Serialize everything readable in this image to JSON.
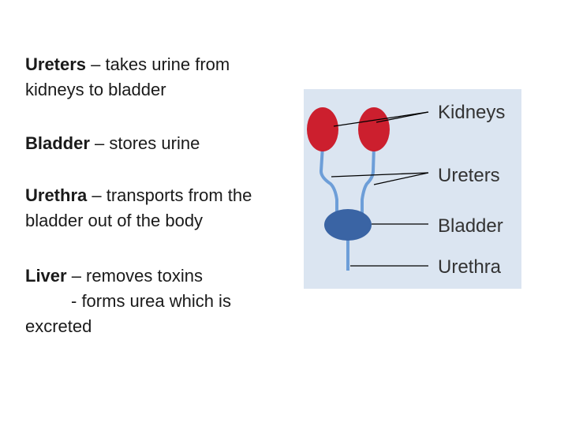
{
  "notes": [
    {
      "term": "Ureters",
      "text": " – takes urine from kidneys to bladder"
    },
    {
      "term": "Bladder",
      "text": " – stores urine"
    },
    {
      "term": "Urethra",
      "text": " – transports from the bladder out of the body"
    },
    {
      "term": "Liver",
      "text": " – removes toxins",
      "extra": "- forms urea which is excreted"
    }
  ],
  "diagram": {
    "labels": {
      "kidneys": "Kidneys",
      "ureters": "Ureters",
      "bladder": "Bladder",
      "urethra": "Urethra"
    },
    "colors": {
      "background": "#dbe5f1",
      "kidney": "#cc1f2e",
      "tube": "#6d9ed8",
      "bladder": "#3a64a4",
      "leader_line": "#000000"
    }
  }
}
